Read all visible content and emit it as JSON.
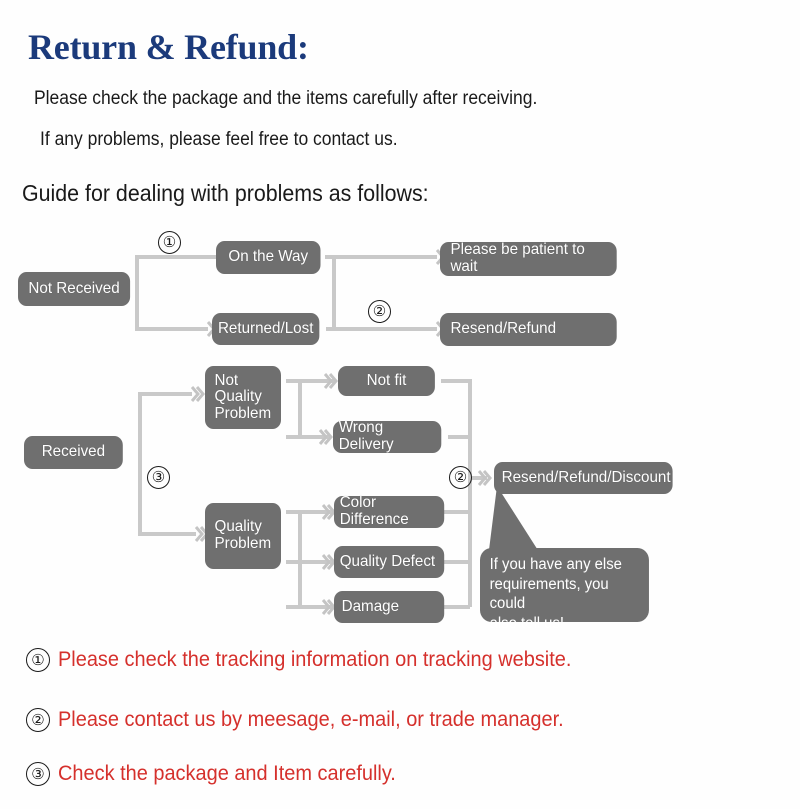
{
  "header": {
    "title": "Return & Refund:",
    "intro_line1": "Please check the package and the items carefully after receiving.",
    "intro_line2": "If any problems, please feel free to contact us.",
    "guide_heading": "Guide for dealing with problems as follows:"
  },
  "flowchart": {
    "nodes": {
      "not_received": "Not Received",
      "on_the_way": "On the Way",
      "returned_lost": "Returned/Lost",
      "please_be_patient": "Please be patient to wait",
      "resend_refund": "Resend/Refund",
      "received": "Received",
      "not_quality_problem": "Not\nQuality\nProblem",
      "quality_problem": "Quality\nProblem",
      "not_fit": "Not fit",
      "wrong_delivery": "Wrong Delivery",
      "color_difference": "Color Difference",
      "quality_defect": "Quality Defect",
      "damage": "Damage",
      "resend_refund_discount": "Resend/Refund/Discount"
    },
    "markers": {
      "m1": "①",
      "m2_top": "②",
      "m3": "③",
      "m2_bottom": "②"
    },
    "bubble": "If you have any else\nrequirements, you could\nalso tell us!"
  },
  "notes": [
    {
      "num": "①",
      "text": "Please check the tracking information on tracking website."
    },
    {
      "num": "②",
      "text": "Please contact us by meesage, e-mail, or trade manager."
    },
    {
      "num": "③",
      "text": "Check the package and Item carefully."
    }
  ],
  "colors": {
    "title": "#1b3a7b",
    "node_fill": "#6f6f6f",
    "node_text": "#ffffff",
    "note_text": "#d5302c",
    "connector": "#c9c9c9",
    "background": "#fefefe"
  }
}
